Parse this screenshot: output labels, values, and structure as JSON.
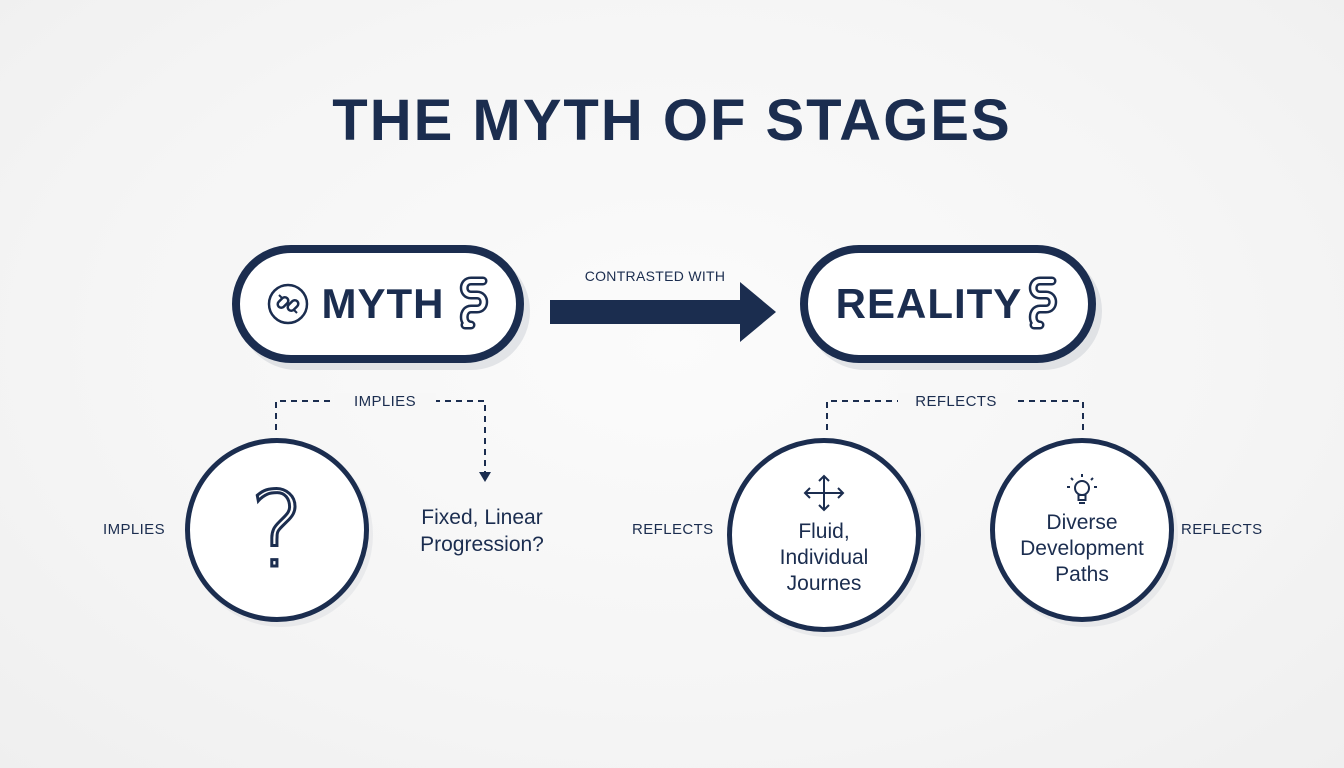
{
  "title": "THE MYTH OF STAGES",
  "myth": {
    "label": "MYTH",
    "left_icon": "broken-link-icon",
    "right_icon": "winding-path-icon"
  },
  "reality": {
    "label": "REALITY",
    "right_icon": "winding-path-icon"
  },
  "contrast_label": "CONTRASTED WITH",
  "myth_branch": {
    "connector_label": "IMPLIES",
    "side_label": "IMPLIES",
    "circle_icon": "question-mark-icon",
    "circle_glyph": "?",
    "target_text_line1": "Fixed, Linear",
    "target_text_line2": "Progression?"
  },
  "reality_branch": {
    "connector_label": "REFLECTS",
    "left_side_label": "REFLECTS",
    "right_side_label": "REFLECTS",
    "fluid": {
      "icon": "four-way-arrows-icon",
      "line1": "Fluid,",
      "line2": "Individual",
      "line3": "Journes"
    },
    "diverse": {
      "icon": "lightbulb-icon",
      "line1": "Diverse",
      "line2": "Development",
      "line3": "Paths"
    }
  },
  "colors": {
    "navy": "#1b2d4f",
    "background": "#f7f7f7",
    "fill": "#ffffff"
  }
}
